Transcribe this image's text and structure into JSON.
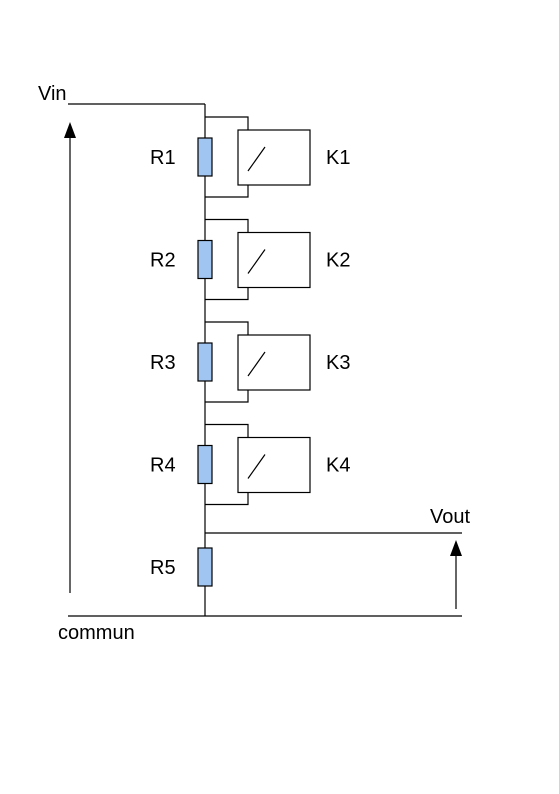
{
  "labels": {
    "vin": "Vin",
    "vout": "Vout",
    "common": "commun"
  },
  "resistors": [
    {
      "id": "R1",
      "relay": "K1"
    },
    {
      "id": "R2",
      "relay": "K2"
    },
    {
      "id": "R3",
      "relay": "K3"
    },
    {
      "id": "R4",
      "relay": "K4"
    },
    {
      "id": "R5",
      "relay": null
    }
  ],
  "colors": {
    "resistor_fill": "#9fc5f0",
    "line": "#000000",
    "background": "#ffffff"
  }
}
